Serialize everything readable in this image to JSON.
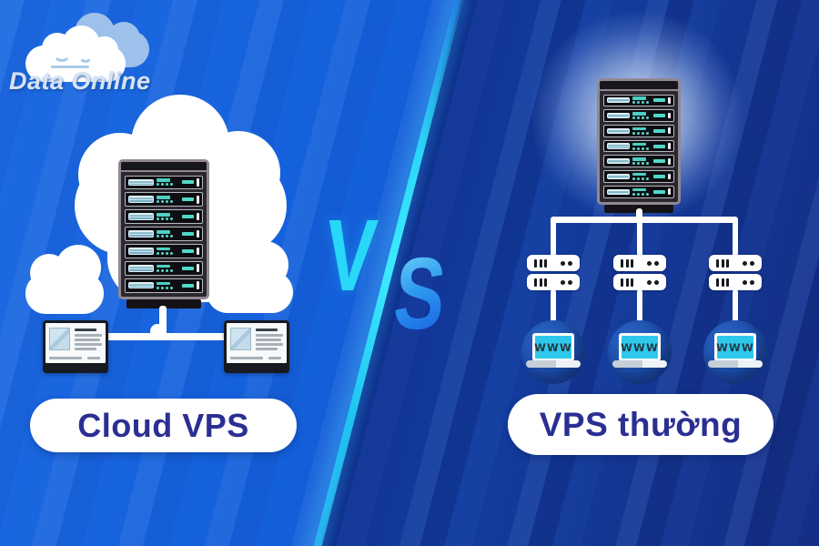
{
  "logo": {
    "brand": "Data Online"
  },
  "versus": {
    "v": "V",
    "s": "S"
  },
  "left_diagram": {
    "label": "Cloud VPS",
    "rack_rows": 7,
    "client_monitors": 2
  },
  "right_diagram": {
    "label": "VPS thường",
    "rack_rows": 7,
    "server_nodes": 3,
    "www_label": "WWW"
  },
  "colors": {
    "bg_left_blue": "#1160da",
    "bg_right_navy": "#112f90",
    "divider_cyan": "#2bd7f8",
    "label_navy": "#2b2f92",
    "rack_accent_teal": "#52d8c8",
    "laptop_screen_cyan": "#2ec8ec",
    "node_circle_blue": "#1d4fae",
    "logo_cloud_blue": "#9dc1ea"
  }
}
